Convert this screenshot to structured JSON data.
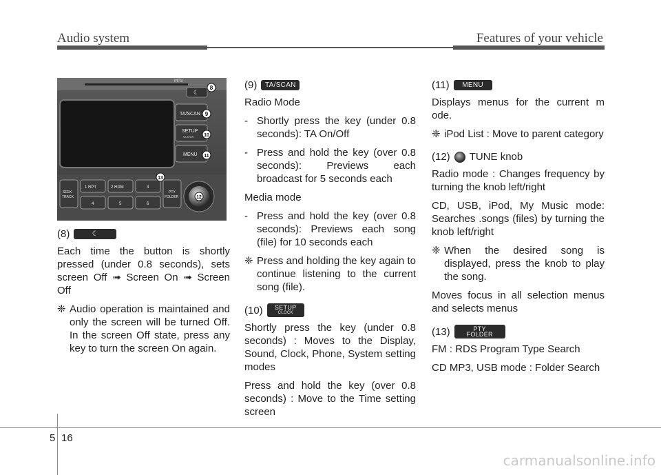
{
  "header": {
    "section": "Audio system",
    "chapter": "Features of your vehicle"
  },
  "radio_image": {
    "labels": {
      "mp3": "MP3",
      "ta_scan": "TA/SCAN",
      "setup": "SETUP",
      "clock": "CLOCK",
      "menu": "MENU",
      "seek": "SEEK",
      "track": "TRACK",
      "pty": "PTY",
      "folder": "FOLDER",
      "preset1": "1 RPT",
      "preset2": "2 RDM",
      "preset3": "3",
      "preset4": "4",
      "preset5": "5",
      "preset6": "6"
    },
    "callouts": [
      "8",
      "9",
      "10",
      "11",
      "12",
      "13"
    ]
  },
  "col1": {
    "num": "(8)",
    "body": "Each time the button is shortly pressed (under 0.8 seconds), sets screen Off ➟ Screen On ➟ Screen Off",
    "note_mark": "❈",
    "note": "Audio operation is maintained and only the screen will be turned Off. In the screen Off state, press any key to turn the screen On again."
  },
  "col2": {
    "num9": "(9)",
    "ta_label": "TA/SCAN",
    "radio_mode": "Radio Mode",
    "b1": "Shortly press the key (under 0.8 seconds): TA On/Off",
    "b2": "Press and hold the key (over 0.8 seconds): Previews each broadcast for 5 seconds each",
    "media_mode": "Media mode",
    "b3": "Press and hold the key (over 0.8 seconds): Previews each song (file) for 10 seconds each",
    "note_mark": "❈",
    "note": "Press and holding the key again to continue listening to the current song (file).",
    "num10": "(10)",
    "setup_label": "SETUP",
    "clock_label": "CLOCK",
    "p1": "Shortly press the key (under 0.8 seconds) : Moves to the Display, Sound, Clock, Phone, System setting modes",
    "p2": "Press and hold the key (over 0.8 seconds) : Move to the Time setting screen",
    "dash": "-"
  },
  "col3": {
    "num11": "(11)",
    "menu_label": "MENU",
    "p1": "Displays menus for the current m ode.",
    "note_mark": "❈",
    "note1": "iPod List : Move to parent category",
    "num12": "(12)",
    "tune": "TUNE knob",
    "p2": "Radio mode : Changes frequency by turning the knob left/right",
    "p3": "CD, USB, iPod, My Music mode: Searches .songs (files) by turning the knob left/right",
    "note2": "When the desired song is displayed, press the knob to play the song.",
    "p4": "Moves focus in all selection menus and selects menus",
    "num13": "(13)",
    "pty_label": "PTY",
    "folder_label": "FOLDER",
    "p5": "FM : RDS Program Type Search",
    "p6": "CD MP3, USB mode : Folder Search"
  },
  "footer": {
    "section": "5",
    "page": "16",
    "watermark": "carmanualsonline.info"
  }
}
